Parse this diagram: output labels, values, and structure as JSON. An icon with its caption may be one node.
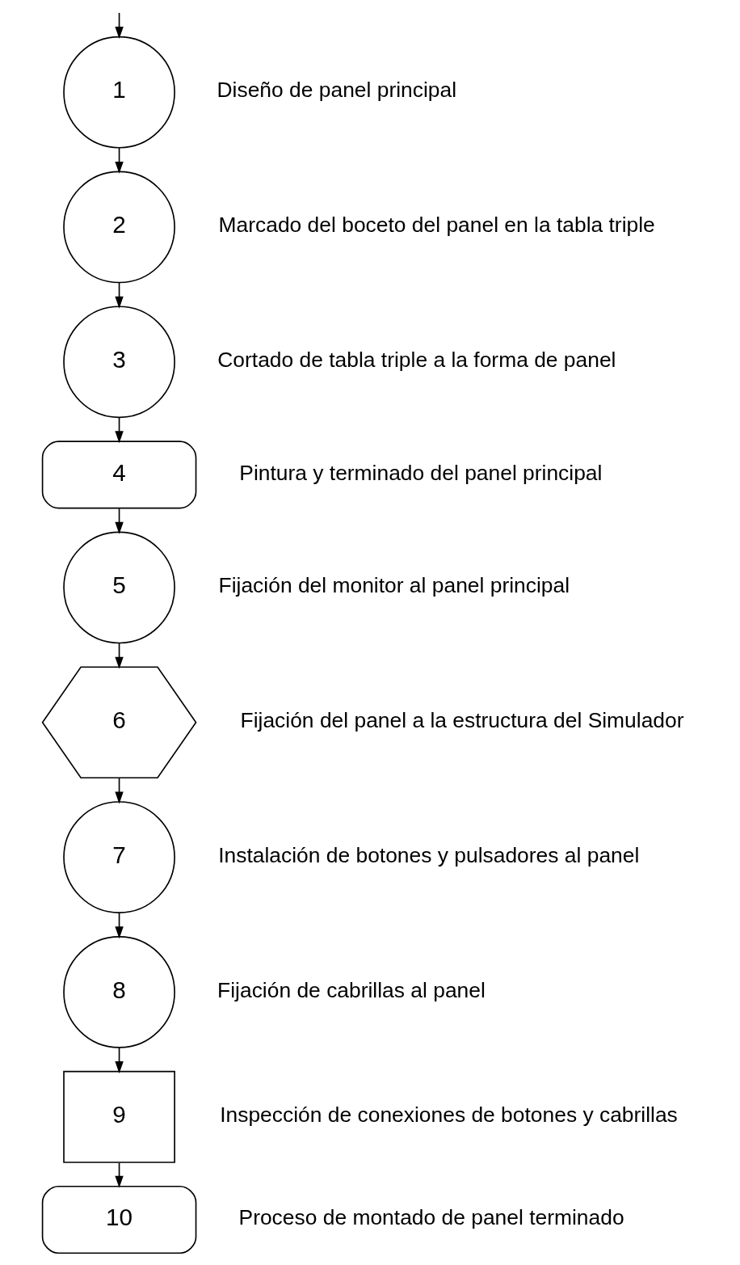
{
  "diagram": {
    "nodes": [
      {
        "text": [
          "1"
        ],
        "beside": [
          "Diseño de panel principal"
        ]
      },
      {
        "text": [
          "2"
        ],
        "beside": [
          "Marcado del boceto del panel en la tabla triple"
        ]
      },
      {
        "text": [
          "3"
        ],
        "beside": [
          "Cortado de tabla triple a la forma de panel"
        ]
      },
      {
        "text": [
          "4"
        ],
        "beside": [
          "Pintura y terminado del panel principal"
        ]
      },
      {
        "text": [
          "5"
        ],
        "beside": [
          "Fijación del monitor al panel principal"
        ]
      },
      {
        "text": [
          "6"
        ],
        "beside": [
          "Fijación del panel a la estructura del Simulador"
        ]
      },
      {
        "text": [
          "7"
        ],
        "beside": [
          "Instalación de botones y pulsadores al panel"
        ]
      },
      {
        "text": [
          "8"
        ],
        "beside": [
          "Fijación de cabrillas al panel"
        ]
      },
      {
        "text": [
          "9"
        ],
        "beside": [
          "Inspección de conexiones de botones y cabrillas"
        ]
      },
      {
        "text": [
          "10"
        ],
        "beside": [
          "Proceso de montado de panel terminado"
        ]
      }
    ],
    "edges": [
      {
        "from": null,
        "to": 0,
        "arrow": "to"
      },
      {
        "from": 0,
        "to": 1,
        "arrow": "to"
      },
      {
        "from": 1,
        "to": 2,
        "arrow": "to"
      },
      {
        "from": 2,
        "to": 3,
        "arrow": "to"
      },
      {
        "from": 3,
        "to": 4,
        "arrow": "to"
      },
      {
        "from": 4,
        "to": 5,
        "arrow": "to"
      },
      {
        "from": 5,
        "to": 6,
        "arrow": "to"
      },
      {
        "from": 6,
        "to": 7,
        "arrow": "to"
      },
      {
        "from": 7,
        "to": 8,
        "arrow": "to"
      },
      {
        "from": 8,
        "to": 9,
        "arrow": "to"
      }
    ]
  }
}
